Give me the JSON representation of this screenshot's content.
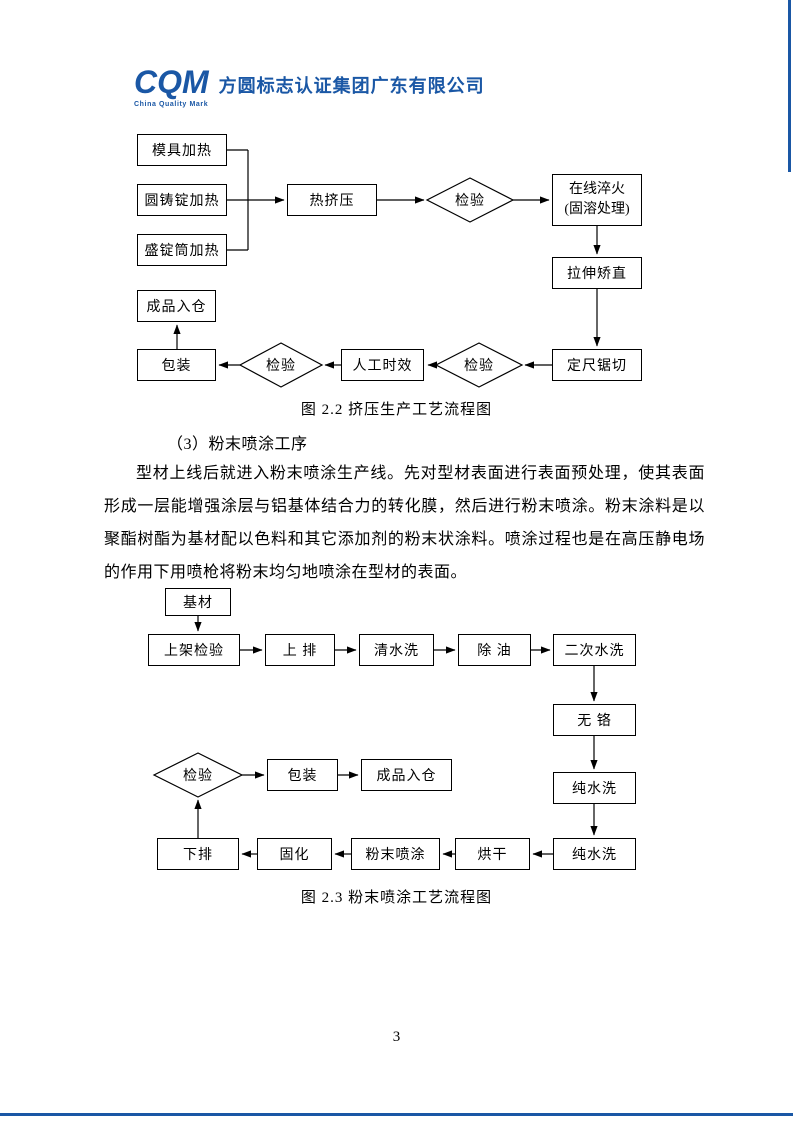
{
  "header": {
    "logo_text": "CQM",
    "logo_subtext": "China Quality Mark",
    "company_name": "方圆标志认证集团广东有限公司",
    "brand_color": "#1a57a5"
  },
  "flowchart1": {
    "caption": "图 2.2 挤压生产工艺流程图",
    "nodes": {
      "mold_heating": "模具加热",
      "round_ingot_heating": "圆铸锭加热",
      "ingot_container_heating": "盛锭筒加热",
      "hot_extrusion": "热挤压",
      "inspection1": "检验",
      "online_quenching": "在线淬火\n(固溶处理)",
      "stretch_straightening": "拉伸矫直",
      "cut_to_length": "定尺锯切",
      "inspection2": "检验",
      "artificial_aging": "人工时效",
      "inspection3": "检验",
      "packing": "包装",
      "finished_goods_storage": "成品入仓"
    }
  },
  "section": {
    "heading": "（3）粉末喷涂工序",
    "paragraph": "型材上线后就进入粉末喷涂生产线。先对型材表面进行表面预处理，使其表面形成一层能增强涂层与铝基体结合力的转化膜，然后进行粉末喷涂。粉末涂料是以聚酯树酯为基材配以色料和其它添加剂的粉末状涂料。喷涂过程也是在高压静电场的作用下用喷枪将粉末均匀地喷涂在型材的表面。"
  },
  "flowchart2": {
    "caption": "图 2.3 粉末喷涂工艺流程图",
    "nodes": {
      "base_material": "基材",
      "rack_inspection": "上架检验",
      "rack_up": "上 排",
      "water_rinse": "清水洗",
      "degrease": "除 油",
      "second_rinse": "二次水洗",
      "chrome_free": "无 铬",
      "pure_rinse1": "纯水洗",
      "pure_rinse2": "纯水洗",
      "drying": "烘干",
      "powder_spraying": "粉末喷涂",
      "curing": "固化",
      "rack_down": "下排",
      "inspection": "检验",
      "packing": "包装",
      "finished_goods_storage": "成品入仓"
    }
  },
  "footer": {
    "page_number": "3"
  }
}
